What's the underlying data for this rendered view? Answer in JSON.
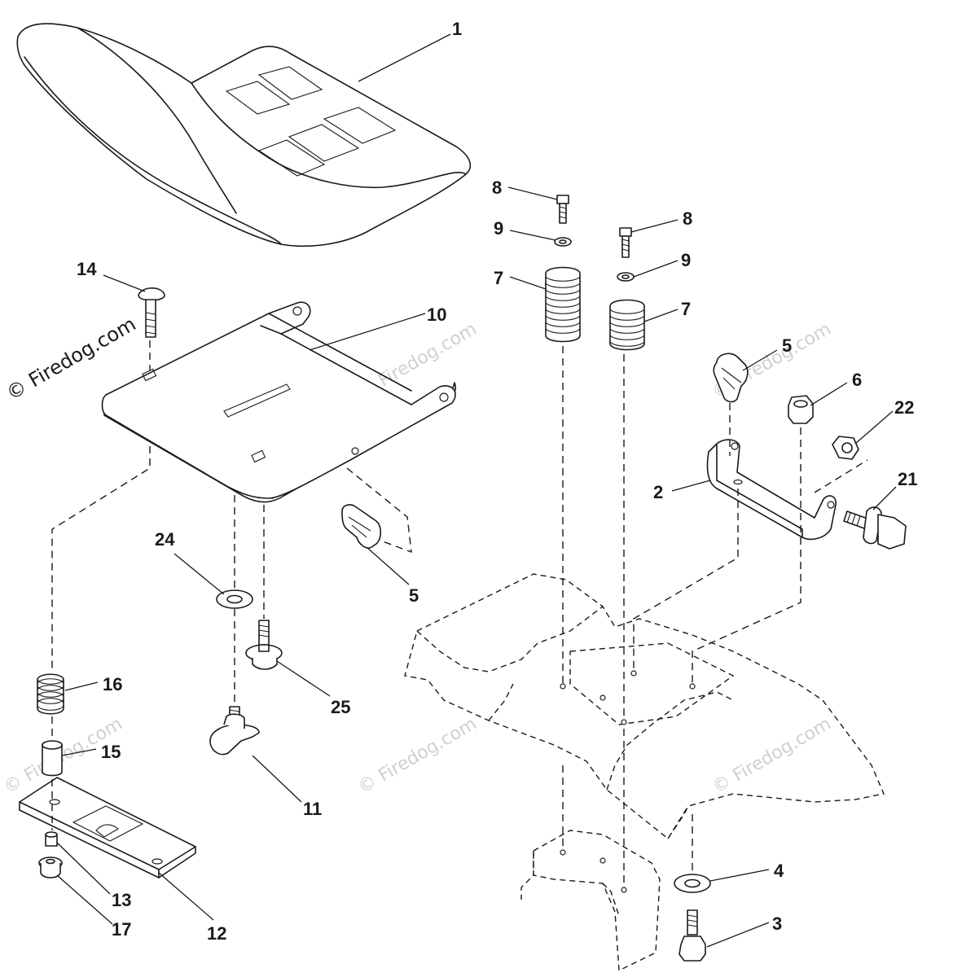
{
  "watermark": {
    "main": "© Firedog.com",
    "faint": "© Firedog.com"
  },
  "callouts": {
    "c1": "1",
    "c2": "2",
    "c3": "3",
    "c4": "4",
    "c5a": "5",
    "c5b": "5",
    "c6": "6",
    "c7a": "7",
    "c7b": "7",
    "c8a": "8",
    "c8b": "8",
    "c9a": "9",
    "c9b": "9",
    "c10": "10",
    "c11": "11",
    "c12": "12",
    "c13": "13",
    "c14": "14",
    "c15": "15",
    "c16": "16",
    "c17": "17",
    "c21": "21",
    "c22": "22",
    "c24": "24",
    "c25": "25"
  }
}
